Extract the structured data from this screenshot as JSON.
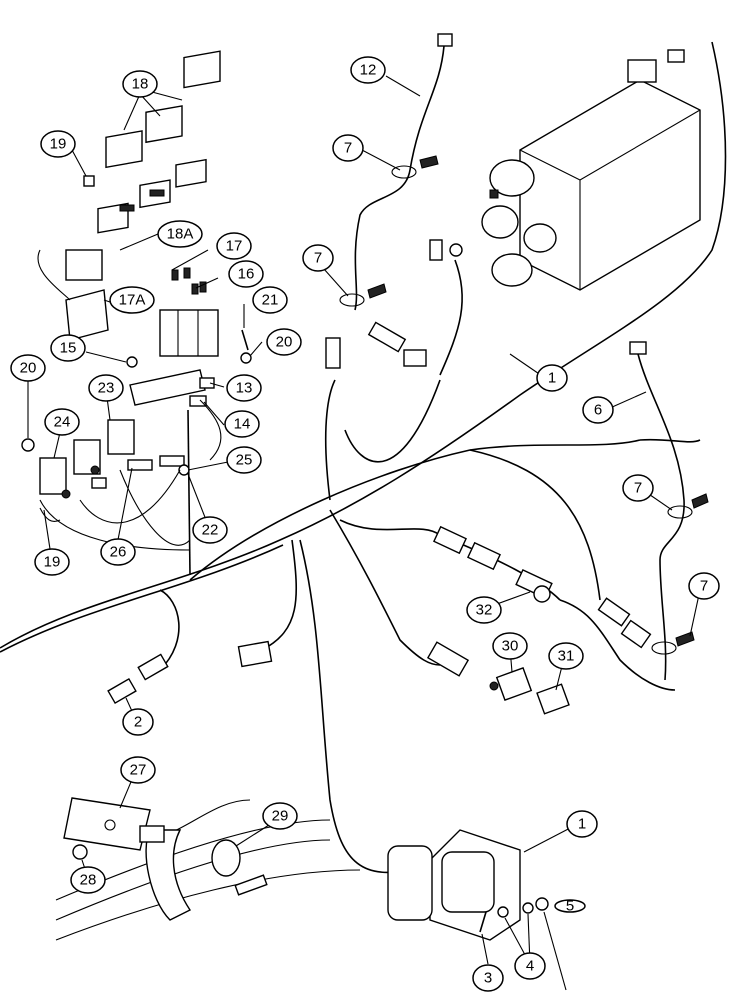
{
  "callouts": [
    {
      "id": "c-18",
      "text": "18"
    },
    {
      "id": "c-19a",
      "text": "19"
    },
    {
      "id": "c-18a",
      "text": "18A"
    },
    {
      "id": "c-17",
      "text": "17"
    },
    {
      "id": "c-16",
      "text": "16"
    },
    {
      "id": "c-17a",
      "text": "17A"
    },
    {
      "id": "c-21",
      "text": "21"
    },
    {
      "id": "c-15",
      "text": "15"
    },
    {
      "id": "c-20a",
      "text": "20"
    },
    {
      "id": "c-20b",
      "text": "20"
    },
    {
      "id": "c-13",
      "text": "13"
    },
    {
      "id": "c-23",
      "text": "23"
    },
    {
      "id": "c-14",
      "text": "14"
    },
    {
      "id": "c-24",
      "text": "24"
    },
    {
      "id": "c-25",
      "text": "25"
    },
    {
      "id": "c-22",
      "text": "22"
    },
    {
      "id": "c-26",
      "text": "26"
    },
    {
      "id": "c-19b",
      "text": "19"
    },
    {
      "id": "c-12",
      "text": "12"
    },
    {
      "id": "c-7a",
      "text": "7"
    },
    {
      "id": "c-7b",
      "text": "7"
    },
    {
      "id": "c-1a",
      "text": "1"
    },
    {
      "id": "c-6",
      "text": "6"
    },
    {
      "id": "c-7c",
      "text": "7"
    },
    {
      "id": "c-7d",
      "text": "7"
    },
    {
      "id": "c-32",
      "text": "32"
    },
    {
      "id": "c-30",
      "text": "30"
    },
    {
      "id": "c-31",
      "text": "31"
    },
    {
      "id": "c-2",
      "text": "2"
    },
    {
      "id": "c-27",
      "text": "27"
    },
    {
      "id": "c-28",
      "text": "28"
    },
    {
      "id": "c-29",
      "text": "29"
    },
    {
      "id": "c-1b",
      "text": "1"
    },
    {
      "id": "c-5",
      "text": "5"
    },
    {
      "id": "c-4",
      "text": "4"
    },
    {
      "id": "c-3",
      "text": "3"
    }
  ]
}
